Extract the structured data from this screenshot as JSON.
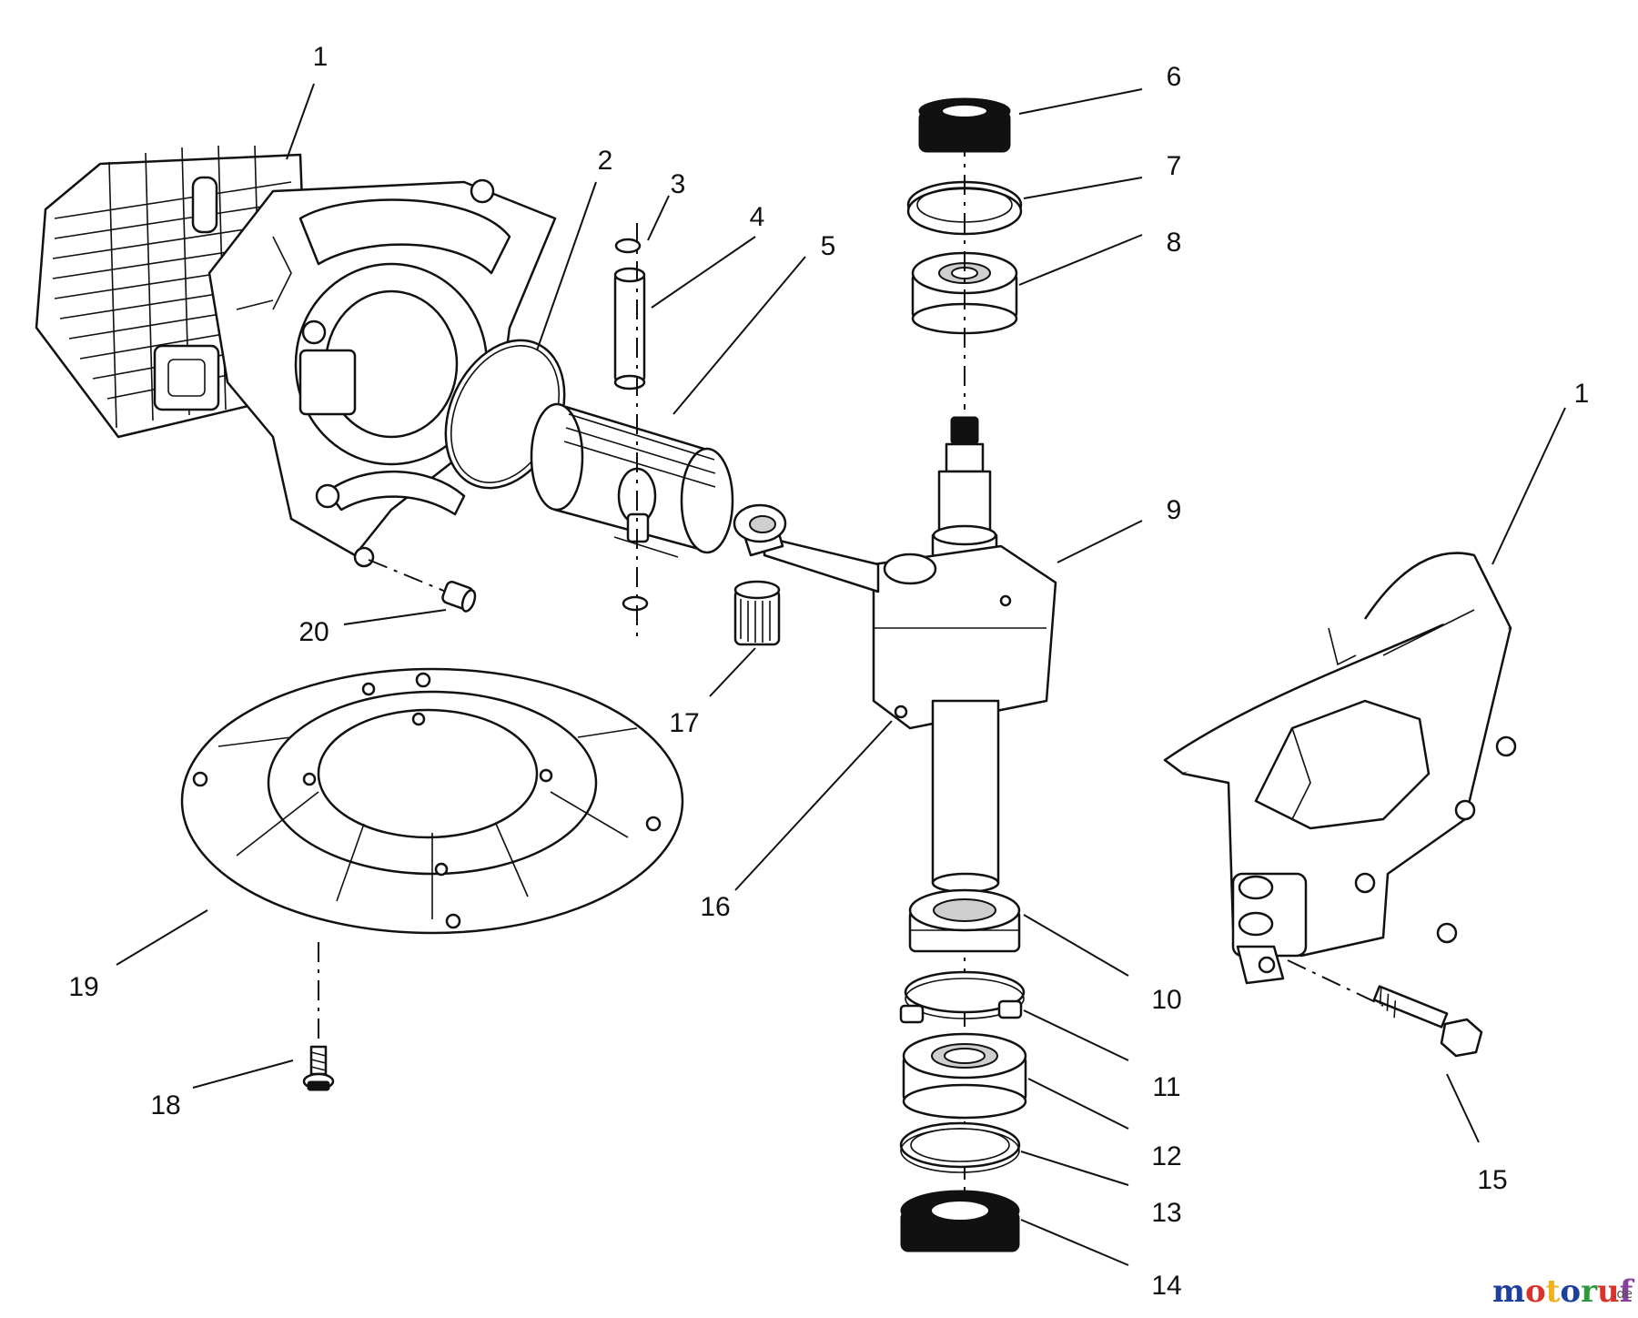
{
  "callouts": [
    {
      "id": "c1a",
      "label": "1"
    },
    {
      "id": "c2",
      "label": "2"
    },
    {
      "id": "c3",
      "label": "3"
    },
    {
      "id": "c4",
      "label": "4"
    },
    {
      "id": "c5",
      "label": "5"
    },
    {
      "id": "c6",
      "label": "6"
    },
    {
      "id": "c7",
      "label": "7"
    },
    {
      "id": "c8",
      "label": "8"
    },
    {
      "id": "c9",
      "label": "9"
    },
    {
      "id": "c1b",
      "label": "1"
    },
    {
      "id": "c10",
      "label": "10"
    },
    {
      "id": "c11",
      "label": "11"
    },
    {
      "id": "c12",
      "label": "12"
    },
    {
      "id": "c13",
      "label": "13"
    },
    {
      "id": "c14",
      "label": "14"
    },
    {
      "id": "c15",
      "label": "15"
    },
    {
      "id": "c16",
      "label": "16"
    },
    {
      "id": "c17",
      "label": "17"
    },
    {
      "id": "c18",
      "label": "18"
    },
    {
      "id": "c19",
      "label": "19"
    },
    {
      "id": "c20",
      "label": "20"
    }
  ],
  "watermark": {
    "letters": [
      "m",
      "o",
      "t",
      "o",
      "r",
      "u",
      "f"
    ],
    "colors": [
      "#1f3f9e",
      "#d9342b",
      "#f2b01e",
      "#1f3f9e",
      "#2e9a3e",
      "#d9342b",
      "#8a3fa0"
    ],
    "suffix": ".de"
  }
}
